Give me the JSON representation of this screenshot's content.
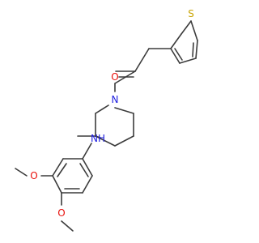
{
  "atom_labels": {
    "oxygen_carbonyl": "O",
    "sulfur": "S",
    "nitrogen_ring": "N",
    "nitrogen_amine": "NH",
    "oxygen_methoxy_1": "O",
    "oxygen_methoxy_2": "O"
  },
  "colors": {
    "bond": "#3b3b3b",
    "oxygen": "#e8100b",
    "nitrogen": "#2020e0",
    "sulfur": "#c9a400"
  }
}
